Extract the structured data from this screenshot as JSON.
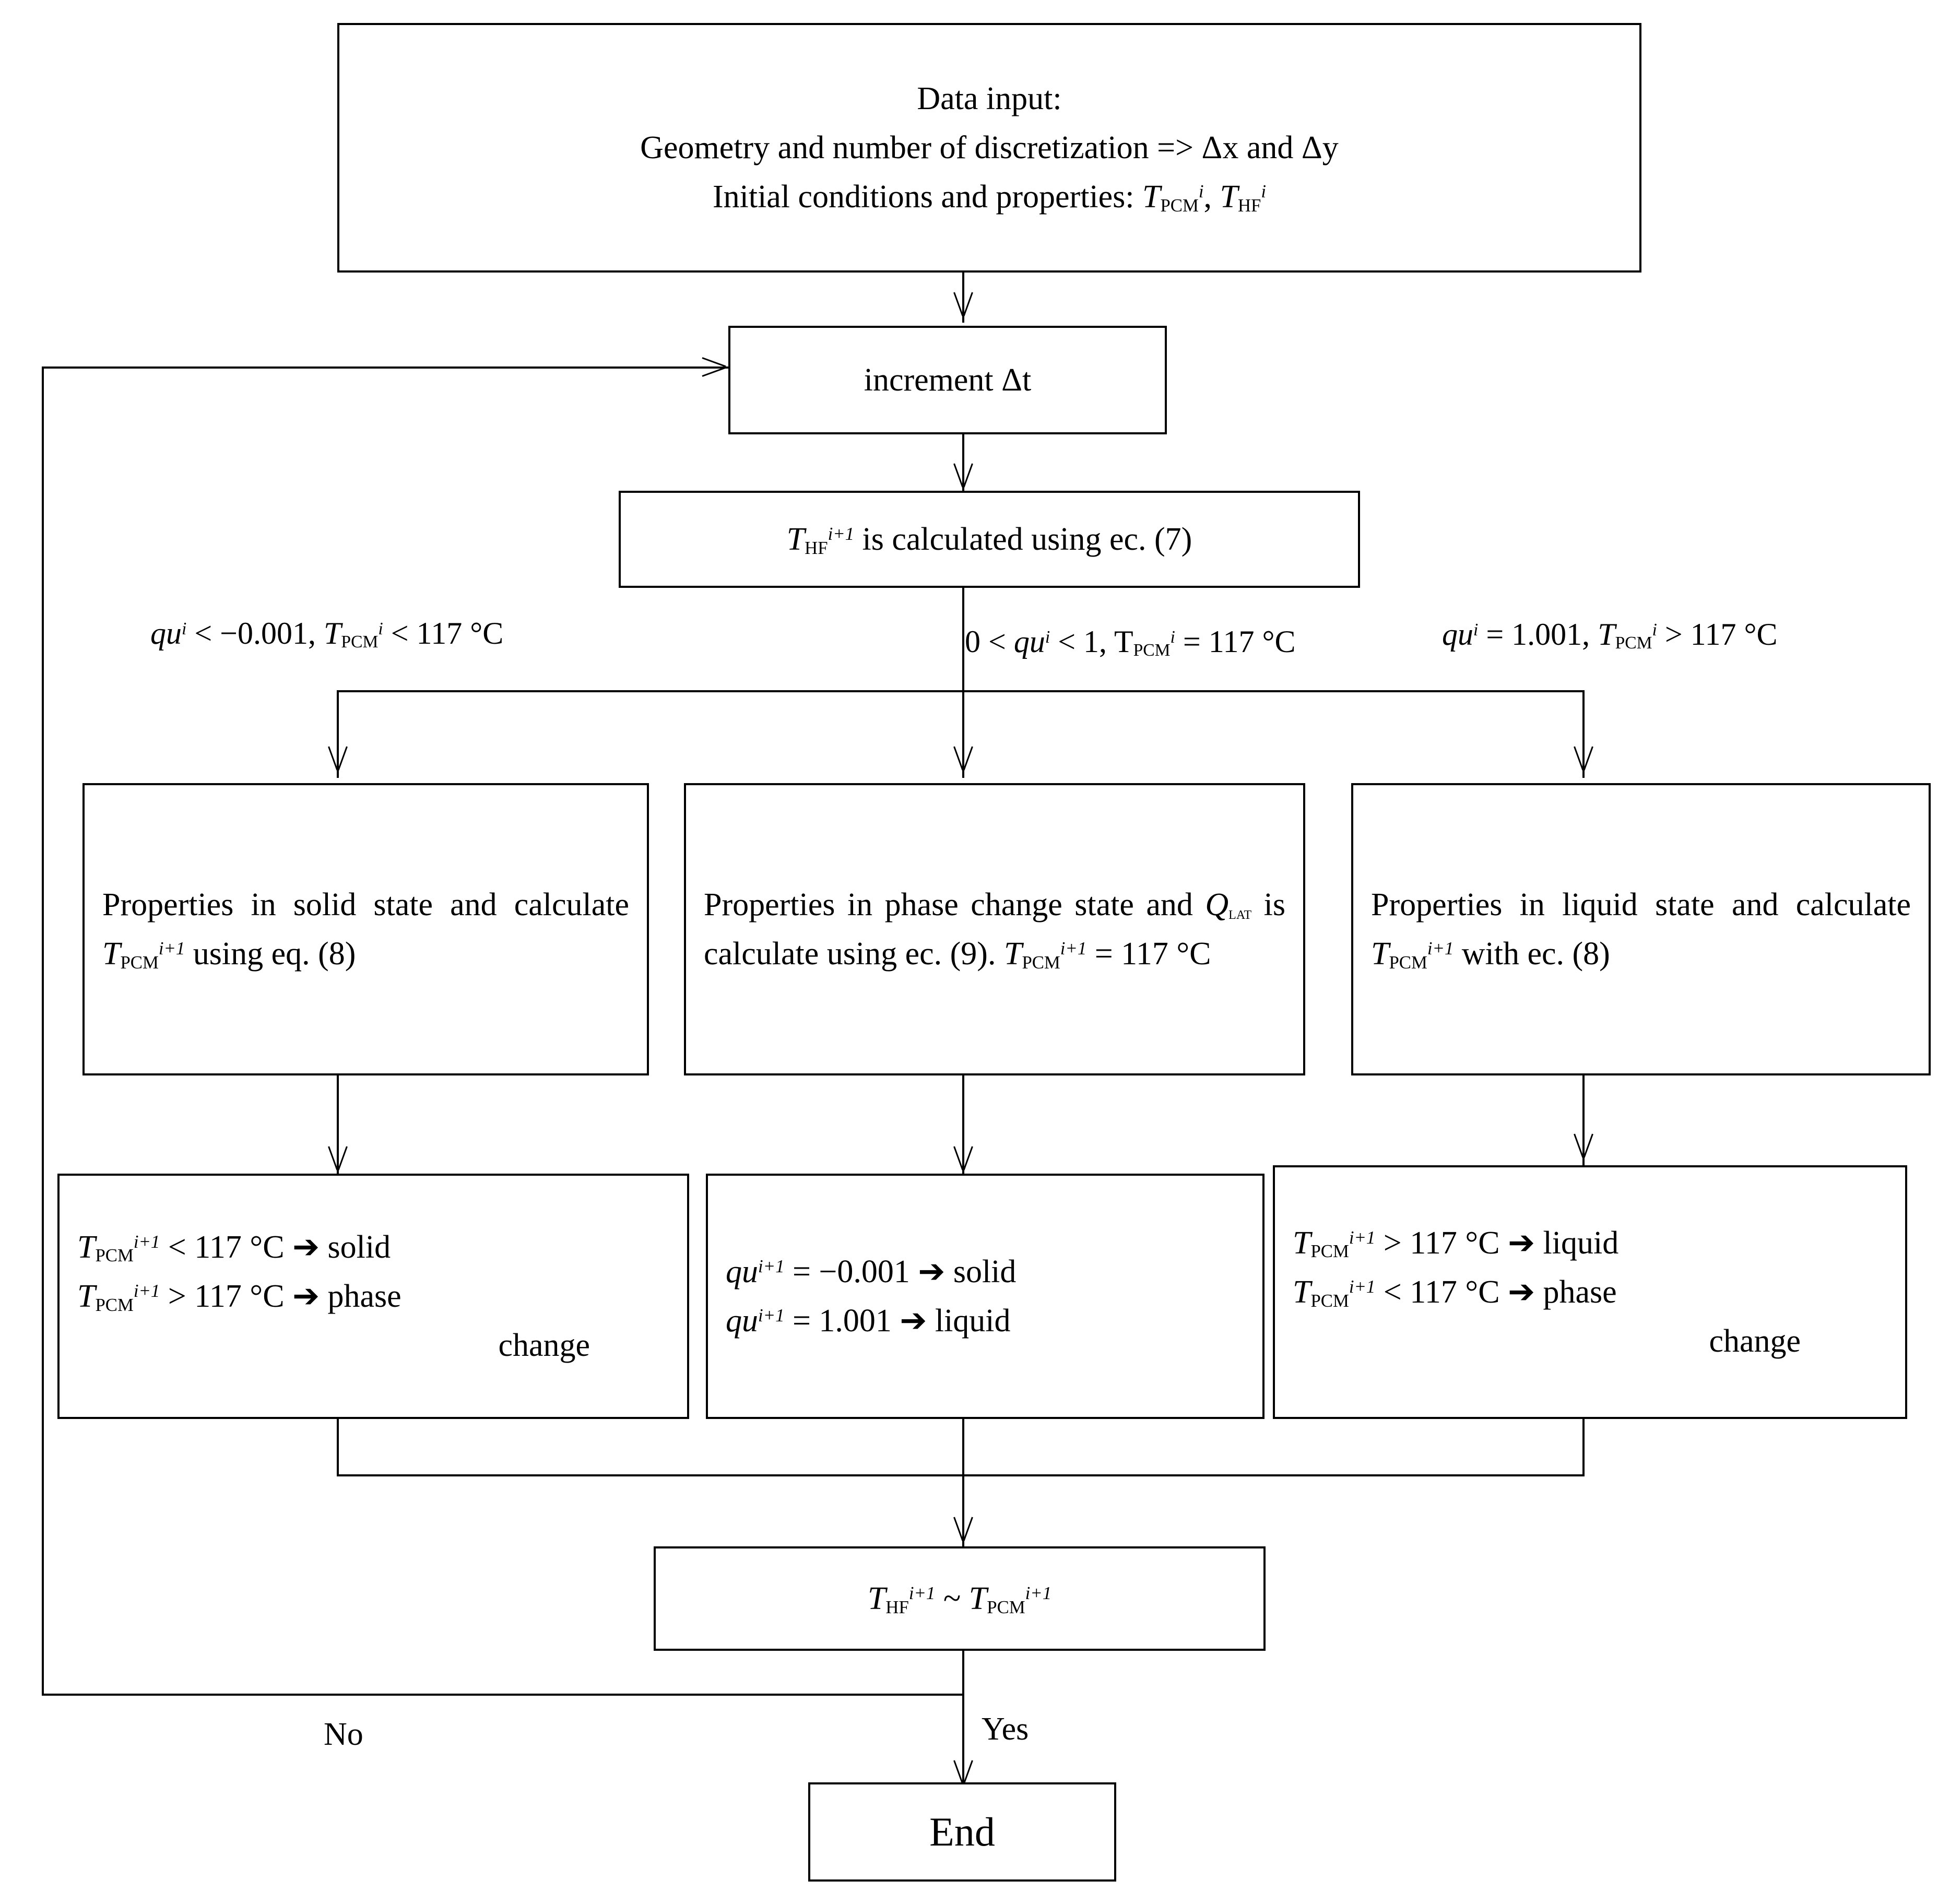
{
  "diagram": {
    "title": "PCM numerical simulation flowchart",
    "line_color": "#000000",
    "background": "#ffffff"
  },
  "nodes": {
    "data_input": {
      "line1": "Data input:",
      "line2": "Geometry and number of discretization => Δx and Δy",
      "line3_prefix": "Initial conditions and properties: ",
      "line3_var1_base": "T",
      "line3_var1_sub": "PCM",
      "line3_var1_sup": "i",
      "line3_sep": ", ",
      "line3_var2_base": "T",
      "line3_var2_sub": "HF",
      "line3_var2_sup": "i"
    },
    "increment": {
      "label": "increment Δt"
    },
    "calc_thf": {
      "var_base": "T",
      "var_sub": "HF",
      "var_sup": "i+1",
      "text": " is calculated using ec. (7)"
    },
    "solid_props": {
      "text_a": "Properties in solid state and calculate ",
      "var_base": "T",
      "var_sub": "PCM",
      "var_sup": "i+1",
      "text_b": " using eq. (8)"
    },
    "phase_props": {
      "text_a": "Properties in phase change state and ",
      "q_base": "Q",
      "q_sub": "lat",
      "text_b": " is calculate using ec. (9). ",
      "var_base": "T",
      "var_sub": "PCM",
      "var_sup": "i+1",
      "text_c": " = 117 °C"
    },
    "liquid_props": {
      "text_a": "Properties in liquid state and calculate ",
      "var_base": "T",
      "var_sub": "PCM",
      "var_sup": "i+1",
      "text_b": " with ec. (8)"
    },
    "solid_result": {
      "row1_var_base": "T",
      "row1_var_sub": "PCM",
      "row1_var_sup": "i+1",
      "row1_text": " < 117 °C ➔ solid",
      "row2_var_base": "T",
      "row2_var_sub": "PCM",
      "row2_var_sup": "i+1",
      "row2_text": " > 117 °C ➔ phase",
      "row3_text": "change"
    },
    "phase_result": {
      "row1_var_base": "qu",
      "row1_var_sup": "i+1",
      "row1_text": " = −0.001 ➔ solid",
      "row2_var_base": "qu",
      "row2_var_sup": "i+1",
      "row2_text": " = 1.001 ➔ liquid"
    },
    "liquid_result": {
      "row1_var_base": "T",
      "row1_var_sub": "PCM",
      "row1_var_sup": "i+1",
      "row1_text": " > 117 °C ➔ liquid",
      "row2_var_base": "T",
      "row2_var_sub": "PCM",
      "row2_var_sup": "i+1",
      "row2_text": " < 117 °C ➔ phase",
      "row3_text": "change"
    },
    "convergence": {
      "var1_base": "T",
      "var1_sub": "HF",
      "var1_sup": "i+1",
      "mid": " ~ ",
      "var2_base": "T",
      "var2_sub": "PCM",
      "var2_sup": "i+1"
    },
    "end": {
      "label": "End"
    }
  },
  "edge_labels": {
    "solid_branch": {
      "q_base": "qu",
      "q_sup": "i",
      "mid": " < −0.001, ",
      "t_base": "T",
      "t_sub": "PCM",
      "t_sup": "i",
      "tail": " < 117 °C"
    },
    "phase_branch": {
      "head": "0 < ",
      "q_base": "qu",
      "q_sup": "i",
      "mid": "  < 1, ",
      "t_base": "T",
      "t_sub": "PCM",
      "t_sup": "i",
      "tail": " = 117 °C"
    },
    "liquid_branch": {
      "q_base": "qu",
      "q_sup": "i",
      "mid": " = 1.001, ",
      "t_base": "T",
      "t_sub": "PCM",
      "t_sup": "i",
      "tail": " > 117 °C"
    },
    "loop_no": "No",
    "loop_yes": "Yes"
  }
}
